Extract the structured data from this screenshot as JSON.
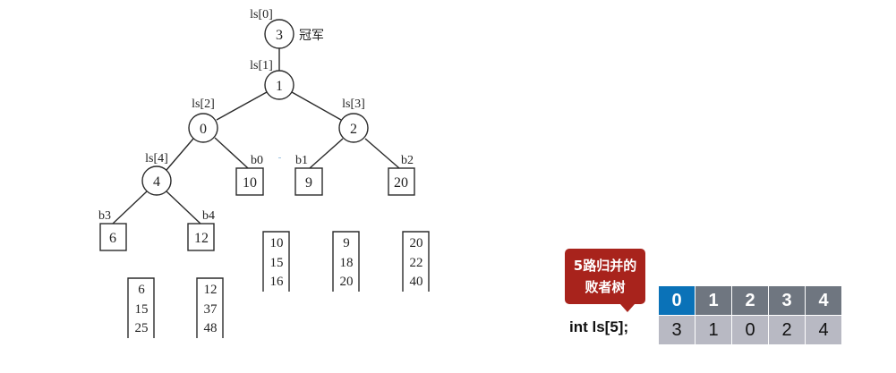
{
  "tree": {
    "champion_label": "冠军",
    "internal_nodes": [
      {
        "label": "ls[0]",
        "value": "3"
      },
      {
        "label": "ls[1]",
        "value": "1"
      },
      {
        "label": "ls[2]",
        "value": "0"
      },
      {
        "label": "ls[3]",
        "value": "2"
      },
      {
        "label": "ls[4]",
        "value": "4"
      }
    ],
    "leaves": [
      {
        "label": "b0",
        "value": "10"
      },
      {
        "label": "b1",
        "value": "9"
      },
      {
        "label": "b2",
        "value": "20"
      },
      {
        "label": "b3",
        "value": "6"
      },
      {
        "label": "b4",
        "value": "12"
      }
    ],
    "buffers": [
      {
        "name": "b0",
        "values": [
          "10",
          "15",
          "16"
        ]
      },
      {
        "name": "b1",
        "values": [
          "9",
          "18",
          "20"
        ]
      },
      {
        "name": "b2",
        "values": [
          "20",
          "22",
          "40"
        ]
      },
      {
        "name": "b3",
        "values": [
          "6",
          "15",
          "25"
        ]
      },
      {
        "name": "b4",
        "values": [
          "12",
          "37",
          "48"
        ]
      }
    ]
  },
  "callout": {
    "line1": "5路归并的",
    "line2": "败者树",
    "color": "#a8231c"
  },
  "declaration": "int ls[5];",
  "array": {
    "indices": [
      "0",
      "1",
      "2",
      "3",
      "4"
    ],
    "values": [
      "3",
      "1",
      "0",
      "2",
      "4"
    ],
    "active_index": 0,
    "colors": {
      "active_header": "#0a72b8",
      "header": "#6f7680",
      "value_row": "#b8b9c3"
    }
  }
}
